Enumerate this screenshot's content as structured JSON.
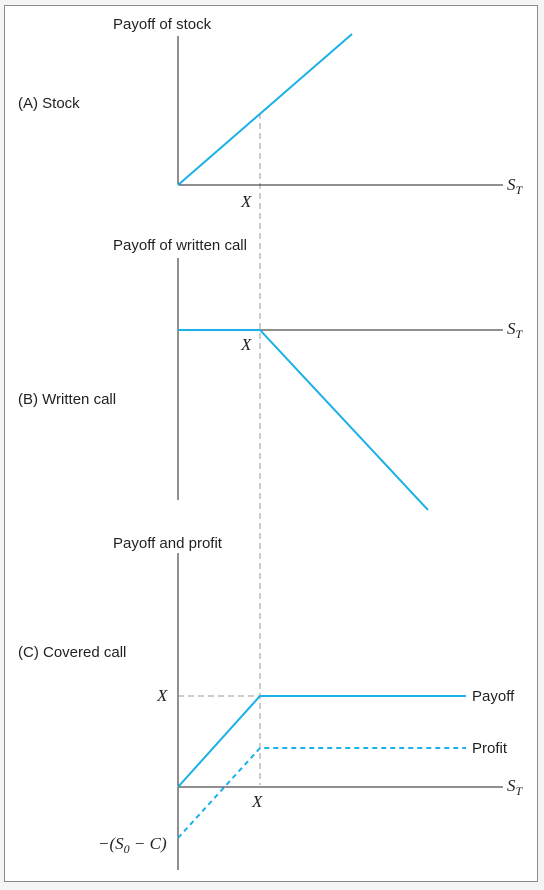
{
  "colors": {
    "curve": "#1ab0e8",
    "axis": "#231f20",
    "guide": "#9a9a9a",
    "frame": "#8a8a8a"
  },
  "panels": [
    {
      "id": "A",
      "panel_label": "(A) Stock",
      "y_axis_title": "Payoff of stock",
      "x_axis_label": "S_T",
      "strike_label": "X"
    },
    {
      "id": "B",
      "panel_label": "(B) Written call",
      "y_axis_title": "Payoff of written call",
      "x_axis_label": "S_T",
      "strike_label": "X"
    },
    {
      "id": "C",
      "panel_label": "(C) Covered call",
      "y_axis_title": "Payoff and profit",
      "x_axis_label": "S_T",
      "strike_label": "X",
      "y_level_label": "X",
      "y_intercept_label": "−(S0 − C)",
      "legend": {
        "payoff": "Payoff",
        "profit": "Profit"
      }
    }
  ]
}
